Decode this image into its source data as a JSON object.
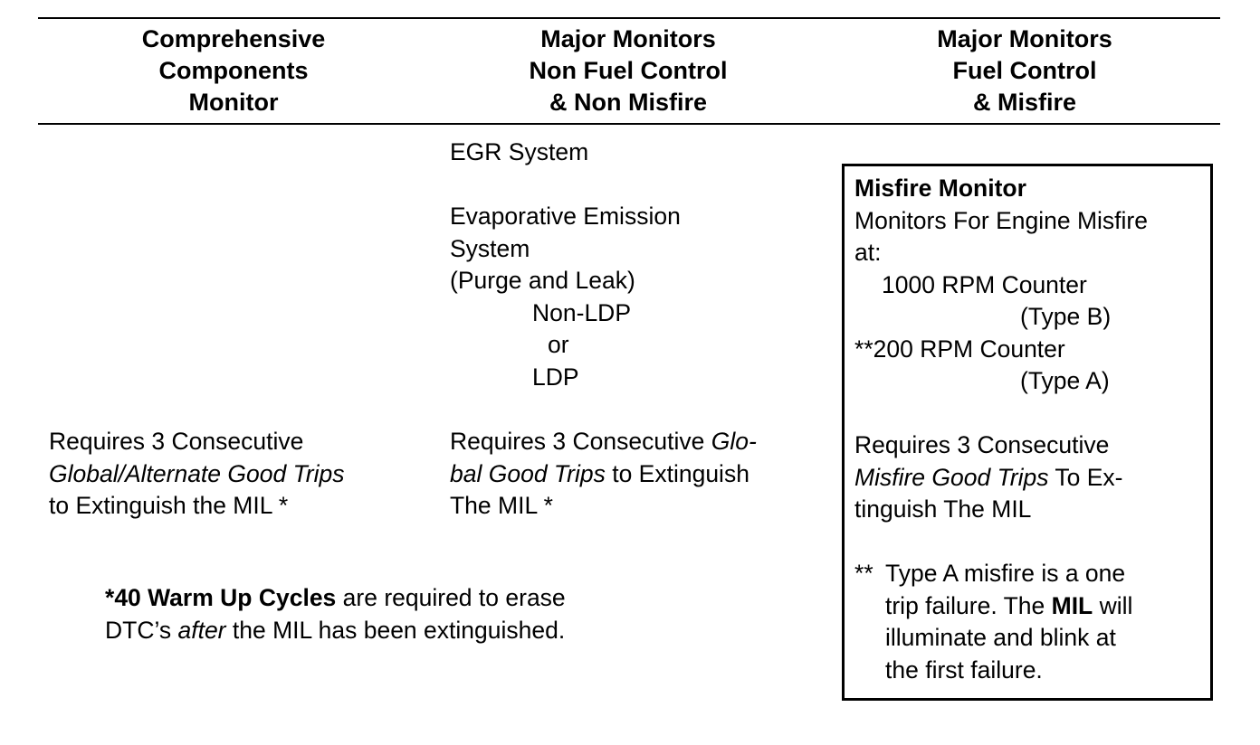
{
  "headers": {
    "col1": [
      "Comprehensive",
      "Components",
      "Monitor"
    ],
    "col2": [
      "Major Monitors",
      "Non Fuel Control",
      "& Non Misfire"
    ],
    "col3": [
      "Major Monitors",
      "Fuel Control",
      "& Misfire"
    ]
  },
  "col2": {
    "egr": "EGR System",
    "evap": [
      "Evaporative Emission",
      "System",
      "(Purge and Leak)"
    ],
    "evap_options": [
      "Non-LDP",
      "or",
      "LDP"
    ],
    "requires": {
      "l1_pre": "Requires 3 Consecutive ",
      "l1_it": "Glo-",
      "l2_it": "bal Good Trips",
      "l2_post": " to Extinguish",
      "l3": "The MIL *"
    }
  },
  "col1": {
    "requires": {
      "l1": "Requires 3 Consecutive",
      "l2_it": "Global/Alternate Good Trips",
      "l3": "to Extinguish the MIL *"
    }
  },
  "misfire_box": {
    "title": "Misfire Monitor",
    "line1": "Monitors For Engine Misfire",
    "line2": "at:",
    "counter1": "1000 RPM Counter",
    "counter1_type": "(Type B)",
    "counter2": "**200 RPM Counter",
    "counter2_type": "(Type A)",
    "requires": {
      "l1": "Requires 3 Consecutive",
      "l2_it": "Misfire Good Trips",
      "l2_post": " To Ex-",
      "l3": "tinguish The MIL"
    },
    "note": {
      "marker": "**",
      "l1": "Type A misfire is a one",
      "l2_pre": "trip failure. The ",
      "l2_b": "MIL",
      "l2_post": " will",
      "l3": "illuminate and blink at",
      "l4": "the first failure."
    }
  },
  "footnote": {
    "l1_b": "*40 Warm Up Cycles",
    "l1_post": " are required to erase",
    "l2_pre": "DTC’s ",
    "l2_it": "after",
    "l2_post": " the MIL has been extinguished."
  }
}
